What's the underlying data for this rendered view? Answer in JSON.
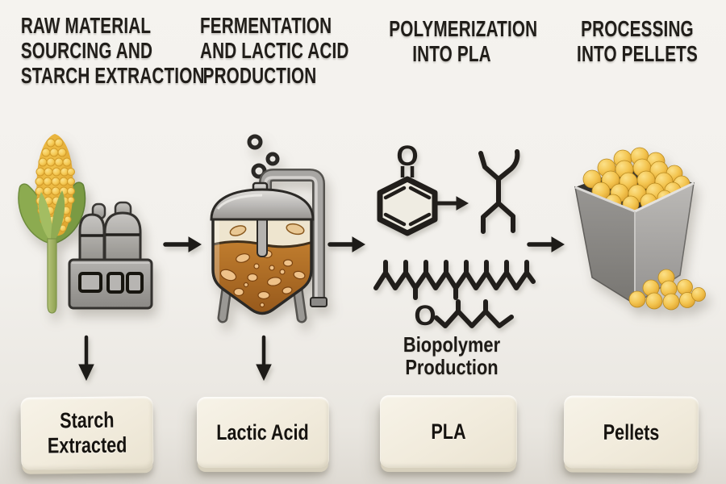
{
  "diagram_title": "PLA production process flow",
  "stages": [
    {
      "id": "raw-material-sourcing",
      "header_lines": [
        "RAW MATERIAL",
        "SOURCING AND",
        "STARCH EXTRACTION"
      ],
      "icon": "corn-and-extraction-machine-icon",
      "label": "Starch Extracted"
    },
    {
      "id": "fermentation",
      "header_lines": [
        "FERMENTATION",
        "AND LACTIC ACID",
        "PRODUCTION"
      ],
      "icon": "fermentation-tank-icon",
      "label": "Lactic Acid"
    },
    {
      "id": "polymerization",
      "header_lines": [
        "POLYMERIZATION",
        "INTO PLA"
      ],
      "icon": "molecule-structures-icon",
      "caption_lines": [
        "Biopolymer",
        "Production"
      ],
      "atoms": {
        "ring_oxygen": "O",
        "chain_oxygen": "O"
      },
      "label": "PLA"
    },
    {
      "id": "processing",
      "header_lines": [
        "PROCESSING",
        "INTO PELLETS"
      ],
      "icon": "pellet-bin-icon",
      "label": "Pellets"
    }
  ],
  "icons": {
    "flow": "right-arrow-icon",
    "drop": "down-arrow-icon",
    "reaction": "small-right-arrow-icon"
  },
  "colors": {
    "background_top": "#f5f3ef",
    "background_bottom": "#dedad3",
    "text_dark": "#211e1a",
    "card_face": "#f1ebdc",
    "card_edge": "#d7d0bd",
    "corn_yellow": "#f2c446",
    "husk_green": "#87a44c",
    "machine_gray": "#a6a4a1",
    "tank_silver": "#c0bebb",
    "broth_amber": "#b06c28",
    "broth_cream": "#ece2cb",
    "pellet_gold": "#f2c24d",
    "molecule_black": "#211e1b"
  }
}
